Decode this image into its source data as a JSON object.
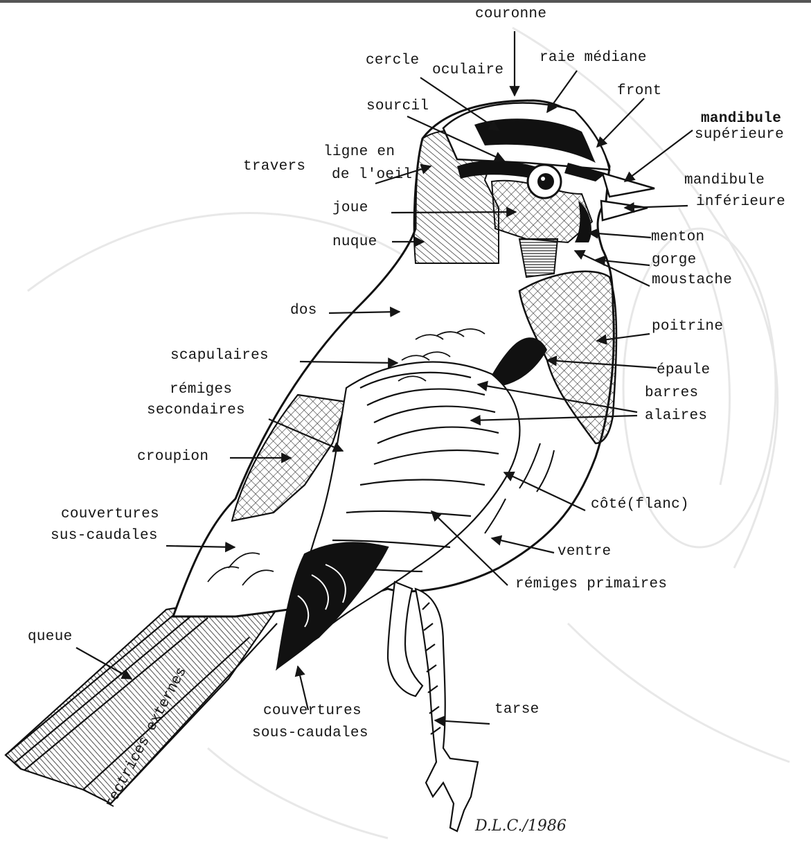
{
  "labels": {
    "couronne": "couronne",
    "cercle": "cercle",
    "oculaire": "oculaire",
    "raie_mediane": "raie médiane",
    "front": "front",
    "sourcil": "sourcil",
    "mandibule_sup_1": "mandibule",
    "mandibule_sup_2": "supérieure",
    "ligne_1": "ligne en",
    "travers": "travers",
    "ligne_2": "de l'oeil",
    "mandibule_inf_1": "mandibule",
    "mandibule_inf_2": "inférieure",
    "joue": "joue",
    "nuque": "nuque",
    "menton": "menton",
    "gorge": "gorge",
    "moustache": "moustache",
    "dos": "dos",
    "poitrine": "poitrine",
    "scapulaires": "scapulaires",
    "epaule": "épaule",
    "remiges_sec_1": "rémiges",
    "remiges_sec_2": "secondaires",
    "barres_1": "barres",
    "barres_2": "alaires",
    "croupion": "croupion",
    "cote": "côté(flanc)",
    "couv_sus_1": "couvertures",
    "couv_sus_2": "sus-caudales",
    "ventre": "ventre",
    "remiges_prim": "rémiges primaires",
    "queue": "queue",
    "rectrices": "rectrices externes",
    "couv_sous_1": "couvertures",
    "couv_sous_2": "sous-caudales",
    "tarse": "tarse"
  },
  "signature": "D.L.C./1986",
  "colors": {
    "ink": "#151515",
    "paper": "#ffffff",
    "sketch": "#d4d4d4"
  }
}
